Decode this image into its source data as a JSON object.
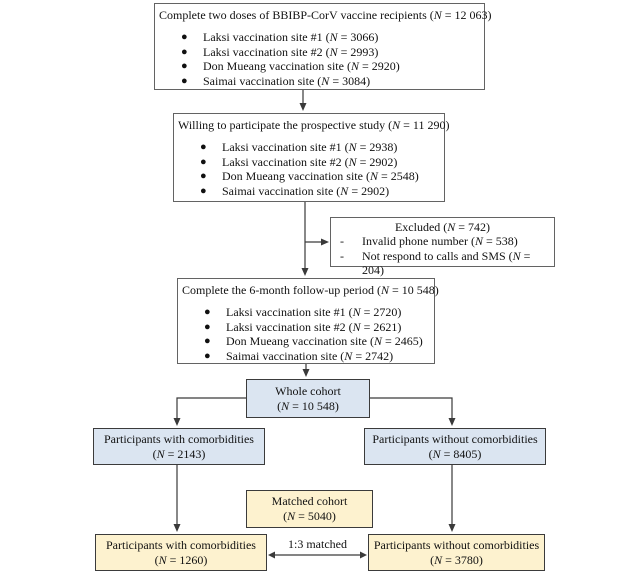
{
  "flow": {
    "box1": {
      "title": "Complete two doses of BBIBP-CorV vaccine recipients (N = 12 063)",
      "bullets": [
        "Laksi vaccination site #1 (N = 3066)",
        "Laksi vaccination site #2 (N = 2993)",
        "Don Mueang vaccination site (N = 2920)",
        "Saimai vaccination site (N = 3084)"
      ]
    },
    "box2": {
      "title": "Willing to participate the prospective study (N = 11 290)",
      "bullets": [
        "Laksi vaccination site #1 (N = 2938)",
        "Laksi vaccination site #2 (N = 2902)",
        "Don Mueang vaccination site (N = 2548)",
        "Saimai vaccination site (N = 2902)"
      ]
    },
    "excluded": {
      "title": "Excluded (N = 742)",
      "items": [
        "Invalid phone number (N = 538)",
        "Not respond to calls and SMS (N = 204)"
      ]
    },
    "box3": {
      "title": "Complete the 6-month follow-up period (N = 10 548)",
      "bullets": [
        "Laksi vaccination site #1 (N = 2720)",
        "Laksi vaccination site #2 (N = 2621)",
        "Don Mueang vaccination site (N = 2465)",
        "Saimai vaccination site (N = 2742)"
      ]
    },
    "whole_cohort": {
      "line1": "Whole cohort",
      "line2": "(N = 10 548)"
    },
    "with_comorbidities": {
      "line1": "Participants with comorbidities",
      "line2": "(N = 2143)"
    },
    "without_comorbidities": {
      "line1": "Participants without comorbidities",
      "line2": "(N = 8405)"
    },
    "matched_cohort": {
      "line1": "Matched cohort",
      "line2": "(N = 5040)"
    },
    "matched_with": {
      "line1": "Participants with comorbidities",
      "line2": "(N = 1260)"
    },
    "matched_without": {
      "line1": "Participants without comorbidities",
      "line2": "(N = 3780)"
    },
    "match_label": "1:3 matched"
  },
  "markers": {
    "bullet": "●",
    "dash": "-"
  },
  "colors": {
    "cohort_fill": "#dbe5f1",
    "matched_fill": "#fdf2cf",
    "box_border": "#636363",
    "line": "#3a3a3a"
  }
}
